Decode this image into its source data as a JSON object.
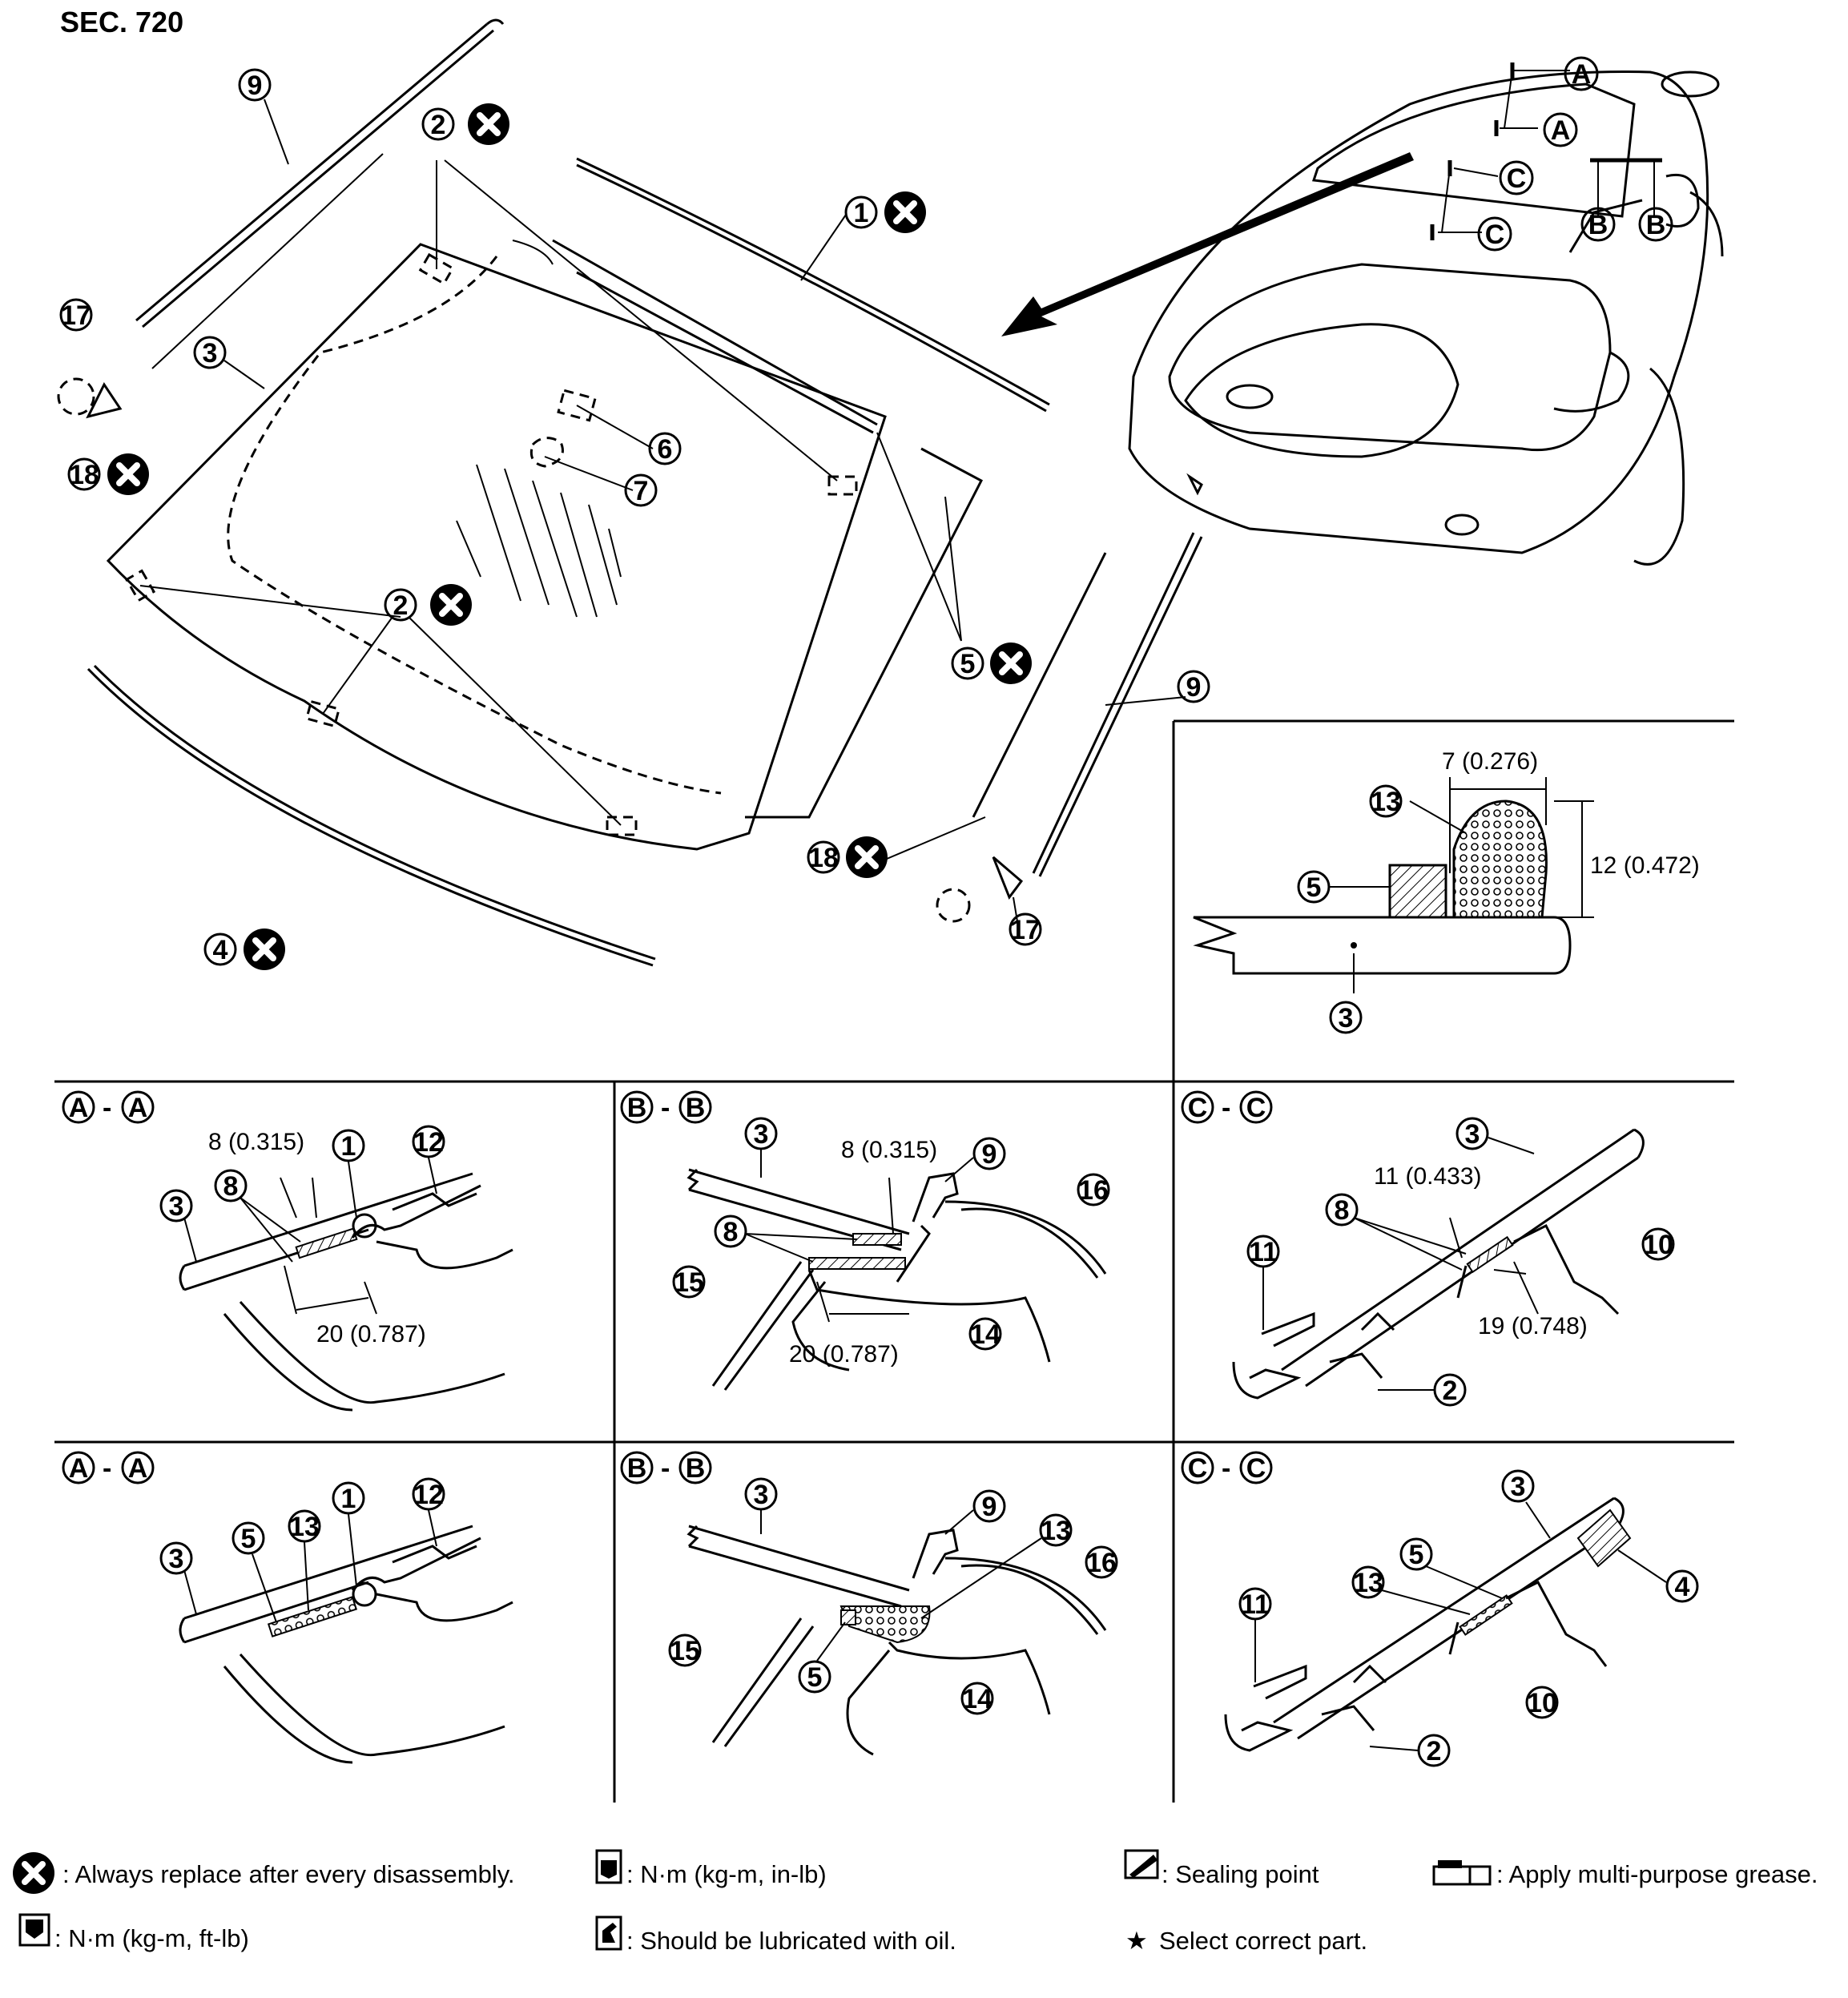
{
  "section_label": "SEC. 720",
  "section_marks": {
    "a": "A",
    "b": "B",
    "c": "C",
    "sep": "-"
  },
  "callouts": {
    "n1": "1",
    "n2": "2",
    "n3": "3",
    "n4": "4",
    "n5": "5",
    "n6": "6",
    "n7": "7",
    "n8": "8",
    "n9": "9",
    "n10": "10",
    "n11": "11",
    "n12": "12",
    "n13": "13",
    "n14": "14",
    "n15": "15",
    "n16": "16",
    "n17": "17",
    "n18": "18"
  },
  "dimensions": {
    "bead_width": "7 (0.276)",
    "bead_height": "12 (0.472)",
    "aa_gap": "8 (0.315)",
    "aa_depth": "20 (0.787)",
    "bb_gap": "8 (0.315)",
    "bb_depth": "20 (0.787)",
    "cc_gap": "11 (0.433)",
    "cc_depth": "19 (0.748)"
  },
  "legend": {
    "replace": ": Always replace after every disassembly.",
    "torque_ft": ": N·m (kg-m, ft-lb)",
    "torque_in": ": N·m (kg-m, in-lb)",
    "lubricate": ": Should be lubricated with oil.",
    "sealing": ": Sealing point",
    "grease": ": Apply multi-purpose grease.",
    "select": "Select correct part.",
    "star": "★"
  },
  "icons": [
    "replace-x-icon",
    "torque-wrench-icon",
    "oil-can-icon",
    "sealing-icon",
    "grease-icon",
    "star-icon"
  ]
}
